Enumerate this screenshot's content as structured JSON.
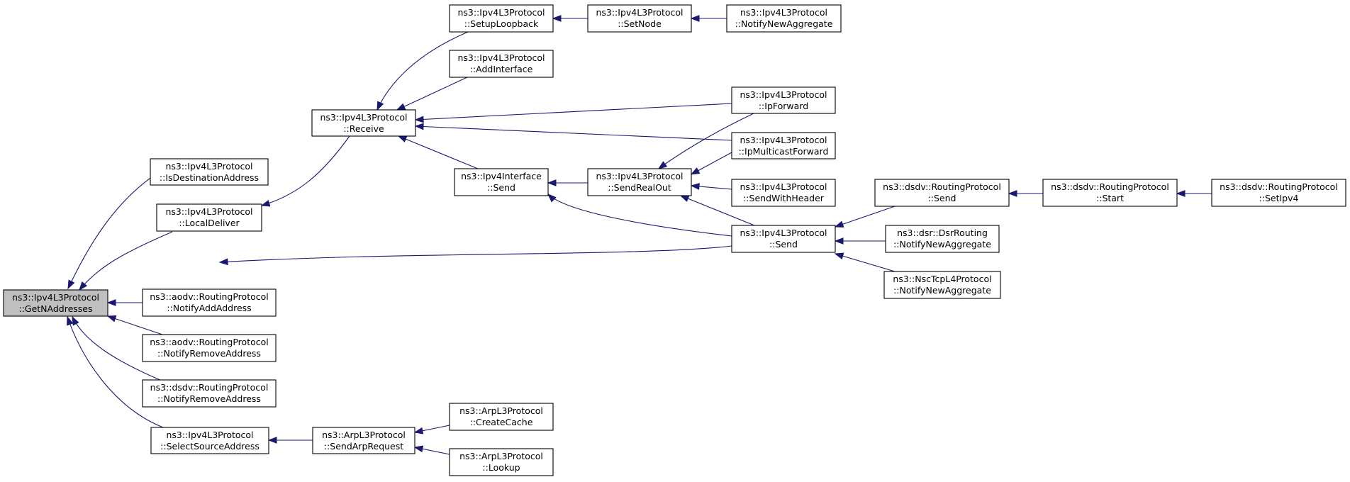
{
  "diagram": {
    "type": "caller-graph",
    "colors": {
      "edge": "#191970",
      "node_border": "#000000",
      "highlight_fill": "#bfbfbf",
      "background": "#ffffff"
    },
    "nodes": [
      {
        "id": "getn",
        "line1": "ns3::Ipv4L3Protocol",
        "line2": "::GetNAddresses",
        "highlight": true
      },
      {
        "id": "isdest",
        "line1": "ns3::Ipv4L3Protocol",
        "line2": "::IsDestinationAddress"
      },
      {
        "id": "locdel",
        "line1": "ns3::Ipv4L3Protocol",
        "line2": "::LocalDeliver"
      },
      {
        "id": "aodvadd",
        "line1": "ns3::aodv::RoutingProtocol",
        "line2": "::NotifyAddAddress"
      },
      {
        "id": "aodvrem",
        "line1": "ns3::aodv::RoutingProtocol",
        "line2": "::NotifyRemoveAddress"
      },
      {
        "id": "dsdvrem",
        "line1": "ns3::dsdv::RoutingProtocol",
        "line2": "::NotifyRemoveAddress"
      },
      {
        "id": "selsrc",
        "line1": "ns3::Ipv4L3Protocol",
        "line2": "::SelectSourceAddress"
      },
      {
        "id": "receive",
        "line1": "ns3::Ipv4L3Protocol",
        "line2": "::Receive"
      },
      {
        "id": "arpreq",
        "line1": "ns3::ArpL3Protocol",
        "line2": "::SendArpRequest"
      },
      {
        "id": "setuplb",
        "line1": "ns3::Ipv4L3Protocol",
        "line2": "::SetupLoopback"
      },
      {
        "id": "addif",
        "line1": "ns3::Ipv4L3Protocol",
        "line2": "::AddInterface"
      },
      {
        "id": "ifsend",
        "line1": "ns3::Ipv4Interface",
        "line2": "::Send"
      },
      {
        "id": "createcache",
        "line1": "ns3::ArpL3Protocol",
        "line2": "::CreateCache"
      },
      {
        "id": "lookup",
        "line1": "ns3::ArpL3Protocol",
        "line2": "::Lookup"
      },
      {
        "id": "setnode",
        "line1": "ns3::Ipv4L3Protocol",
        "line2": "::SetNode"
      },
      {
        "id": "sendrealout",
        "line1": "ns3::Ipv4L3Protocol",
        "line2": "::SendRealOut"
      },
      {
        "id": "notifyagg",
        "line1": "ns3::Ipv4L3Protocol",
        "line2": "::NotifyNewAggregate"
      },
      {
        "id": "ipfwd",
        "line1": "ns3::Ipv4L3Protocol",
        "line2": "::IpForward"
      },
      {
        "id": "ipmcast",
        "line1": "ns3::Ipv4L3Protocol",
        "line2": "::IpMulticastForward"
      },
      {
        "id": "sendwh",
        "line1": "ns3::Ipv4L3Protocol",
        "line2": "::SendWithHeader"
      },
      {
        "id": "ipv4send",
        "line1": "ns3::Ipv4L3Protocol",
        "line2": "::Send"
      },
      {
        "id": "dsdvsend",
        "line1": "ns3::dsdv::RoutingProtocol",
        "line2": "::Send"
      },
      {
        "id": "dsrnotify",
        "line1": "ns3::dsr::DsrRouting",
        "line2": "::NotifyNewAggregate"
      },
      {
        "id": "nscnotify",
        "line1": "ns3::NscTcpL4Protocol",
        "line2": "::NotifyNewAggregate"
      },
      {
        "id": "dsdvstart",
        "line1": "ns3::dsdv::RoutingProtocol",
        "line2": "::Start"
      },
      {
        "id": "dsdvsetipv4",
        "line1": "ns3::dsdv::RoutingProtocol",
        "line2": "::SetIpv4"
      }
    ],
    "edges": [
      {
        "from": "isdest",
        "to": "getn"
      },
      {
        "from": "locdel",
        "to": "getn"
      },
      {
        "from": "ipv4send",
        "to": "getn"
      },
      {
        "from": "aodvadd",
        "to": "getn"
      },
      {
        "from": "aodvrem",
        "to": "getn"
      },
      {
        "from": "dsdvrem",
        "to": "getn"
      },
      {
        "from": "selsrc",
        "to": "getn"
      },
      {
        "from": "receive",
        "to": "locdel"
      },
      {
        "from": "arpreq",
        "to": "selsrc"
      },
      {
        "from": "setuplb",
        "to": "receive"
      },
      {
        "from": "addif",
        "to": "receive"
      },
      {
        "from": "ipfwd",
        "to": "receive"
      },
      {
        "from": "ipmcast",
        "to": "receive"
      },
      {
        "from": "ifsend",
        "to": "receive"
      },
      {
        "from": "createcache",
        "to": "arpreq"
      },
      {
        "from": "lookup",
        "to": "arpreq"
      },
      {
        "from": "setnode",
        "to": "setuplb"
      },
      {
        "from": "notifyagg",
        "to": "setnode"
      },
      {
        "from": "sendrealout",
        "to": "ifsend"
      },
      {
        "from": "ipv4send",
        "to": "ifsend"
      },
      {
        "from": "ipfwd",
        "to": "sendrealout"
      },
      {
        "from": "ipmcast",
        "to": "sendrealout"
      },
      {
        "from": "sendwh",
        "to": "sendrealout"
      },
      {
        "from": "ipv4send",
        "to": "sendrealout"
      },
      {
        "from": "dsdvsend",
        "to": "ipv4send"
      },
      {
        "from": "dsrnotify",
        "to": "ipv4send"
      },
      {
        "from": "nscnotify",
        "to": "ipv4send"
      },
      {
        "from": "dsdvstart",
        "to": "dsdvsend"
      },
      {
        "from": "dsdvsetipv4",
        "to": "dsdvstart"
      }
    ]
  }
}
